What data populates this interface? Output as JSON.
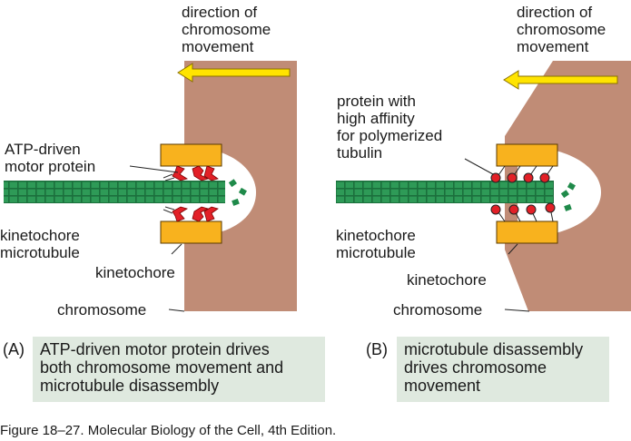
{
  "panel_a": {
    "direction_label": "direction of\nchromosome\nmovement",
    "motor_label": "ATP-driven\nmotor protein",
    "microtubule_label": "kinetochore\nmicrotubule",
    "kinetochore_label": "kinetochore",
    "chromosome_label": "chromosome",
    "letter": "(A)",
    "caption": "ATP-driven motor protein drives\nboth chromosome movement and\nmicrotubule disassembly"
  },
  "panel_b": {
    "direction_label": "direction of\nchromosome\nmovement",
    "protein_label": "protein with\nhigh affinity\nfor polymerized\ntubulin",
    "microtubule_label": "kinetochore\nmicrotubule",
    "kinetochore_label": "kinetochore",
    "chromosome_label": "chromosome",
    "letter": "(B)",
    "caption": "microtubule disassembly\ndrives chromosome\nmovement"
  },
  "figure_caption": "Figure 18–27. Molecular Biology of the Cell, 4th Edition.",
  "colors": {
    "chromosome": "#c08c76",
    "kinetochore": "#f8b21e",
    "microtubule": "#1f8a4a",
    "motor": "#e22027",
    "arrow": "#ffe400",
    "caption_bg": "#dfe9df"
  }
}
